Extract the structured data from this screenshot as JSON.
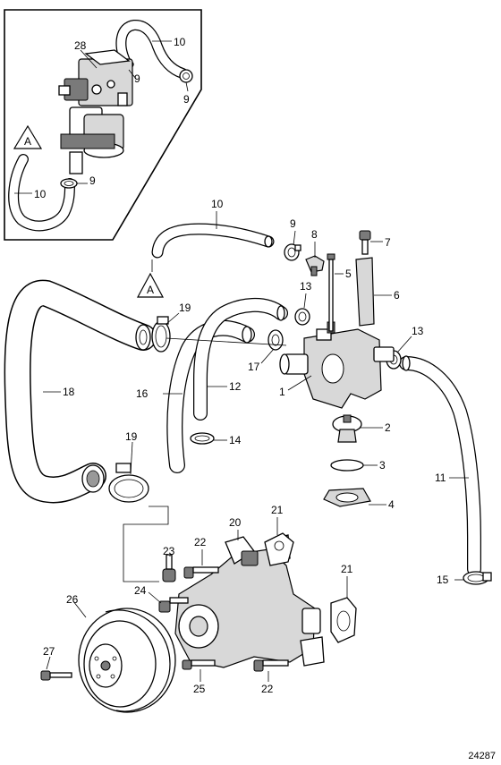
{
  "figure_id": "24287",
  "inset_flag": "A",
  "callouts": {
    "c1": "1",
    "c2": "2",
    "c3": "3",
    "c4": "4",
    "c5": "5",
    "c6": "6",
    "c7": "7",
    "c8": "8",
    "c9": "9",
    "c10": "10",
    "c11": "11",
    "c12": "12",
    "c13": "13",
    "c14": "14",
    "c15": "15",
    "c16": "16",
    "c17": "17",
    "c18": "18",
    "c19": "19",
    "c20": "20",
    "c21": "21",
    "c22": "22",
    "c23": "23",
    "c24": "24",
    "c25": "25",
    "c26": "26",
    "c27": "27",
    "c28": "28"
  }
}
